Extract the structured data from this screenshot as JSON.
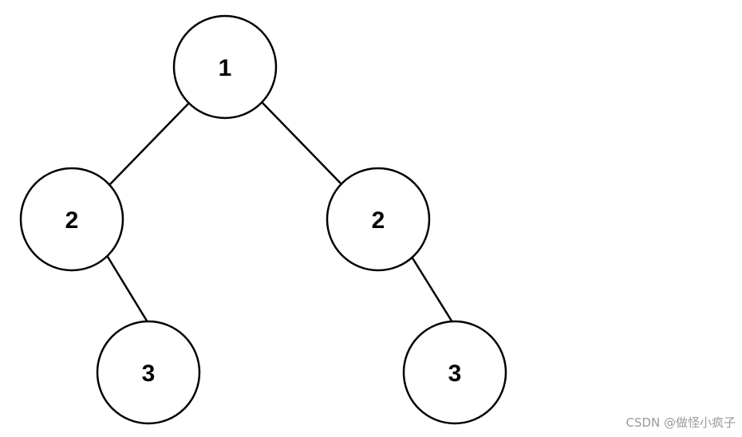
{
  "tree": {
    "nodes": [
      {
        "id": "root",
        "label": "1"
      },
      {
        "id": "left",
        "label": "2"
      },
      {
        "id": "right",
        "label": "2"
      },
      {
        "id": "left-right-child",
        "label": "3"
      },
      {
        "id": "right-right-child",
        "label": "3"
      }
    ],
    "edges": [
      {
        "from": "root",
        "to": "left"
      },
      {
        "from": "root",
        "to": "right"
      },
      {
        "from": "left",
        "to": "left-right-child"
      },
      {
        "from": "right",
        "to": "right-right-child"
      }
    ]
  },
  "watermark": "CSDN @做怪小疯子"
}
